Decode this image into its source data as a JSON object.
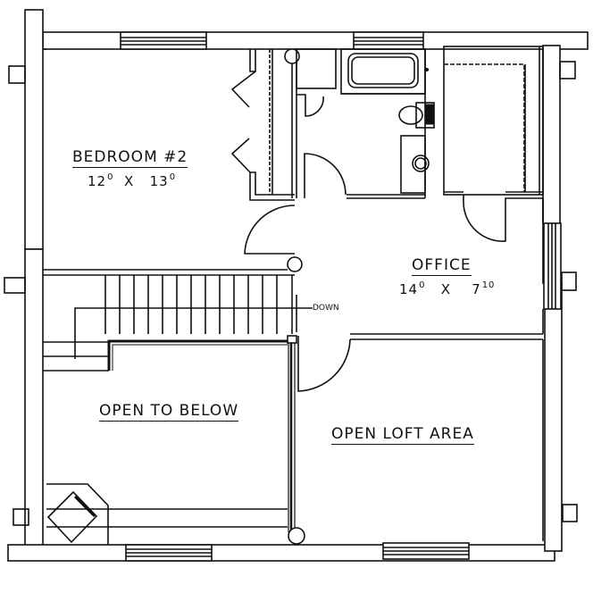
{
  "plan": {
    "type": "floor-plan",
    "level": "upper floor / loft",
    "line_color": "#111111",
    "background": "#ffffff"
  },
  "rooms": {
    "bedroom2": {
      "name": "BEDROOM #2",
      "dim_a": "12",
      "dim_a_sup": "0",
      "x": "X",
      "dim_b": "13",
      "dim_b_sup": "0"
    },
    "office": {
      "name": "OFFICE",
      "dim_a": "14",
      "dim_a_sup": "0",
      "x": "X",
      "dim_b": "7",
      "dim_b_sup": "10"
    },
    "open_to_below": {
      "name": "OPEN TO BELOW"
    },
    "open_loft": {
      "name": "OPEN LOFT AREA"
    }
  },
  "stairs": {
    "label": "DOWN",
    "treads": 13
  },
  "fixtures": [
    "bathtub",
    "toilet",
    "sink",
    "closet",
    "fireplace-chimney"
  ]
}
